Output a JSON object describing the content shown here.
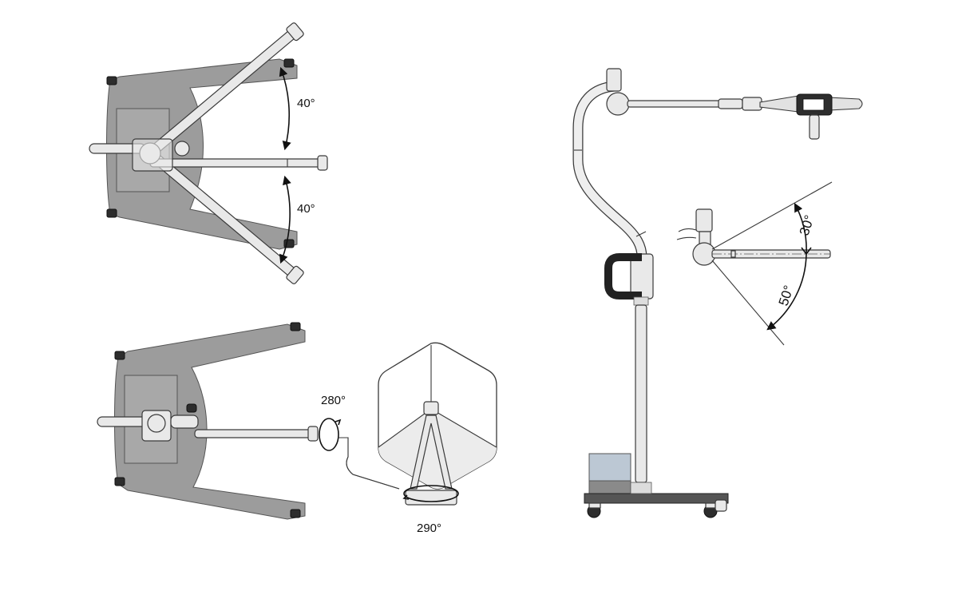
{
  "colors": {
    "base_gray": "#9c9c9c",
    "tube_light": "#e9e9e9",
    "outline": "#3a3a3a",
    "box_blue": "#bcc8d4"
  },
  "labels": {
    "top_upper_angle": "40°",
    "top_lower_angle": "40°",
    "rotation_arm": "280°",
    "rotation_base": "290°",
    "detail_up": "30°",
    "detail_down": "50°"
  }
}
